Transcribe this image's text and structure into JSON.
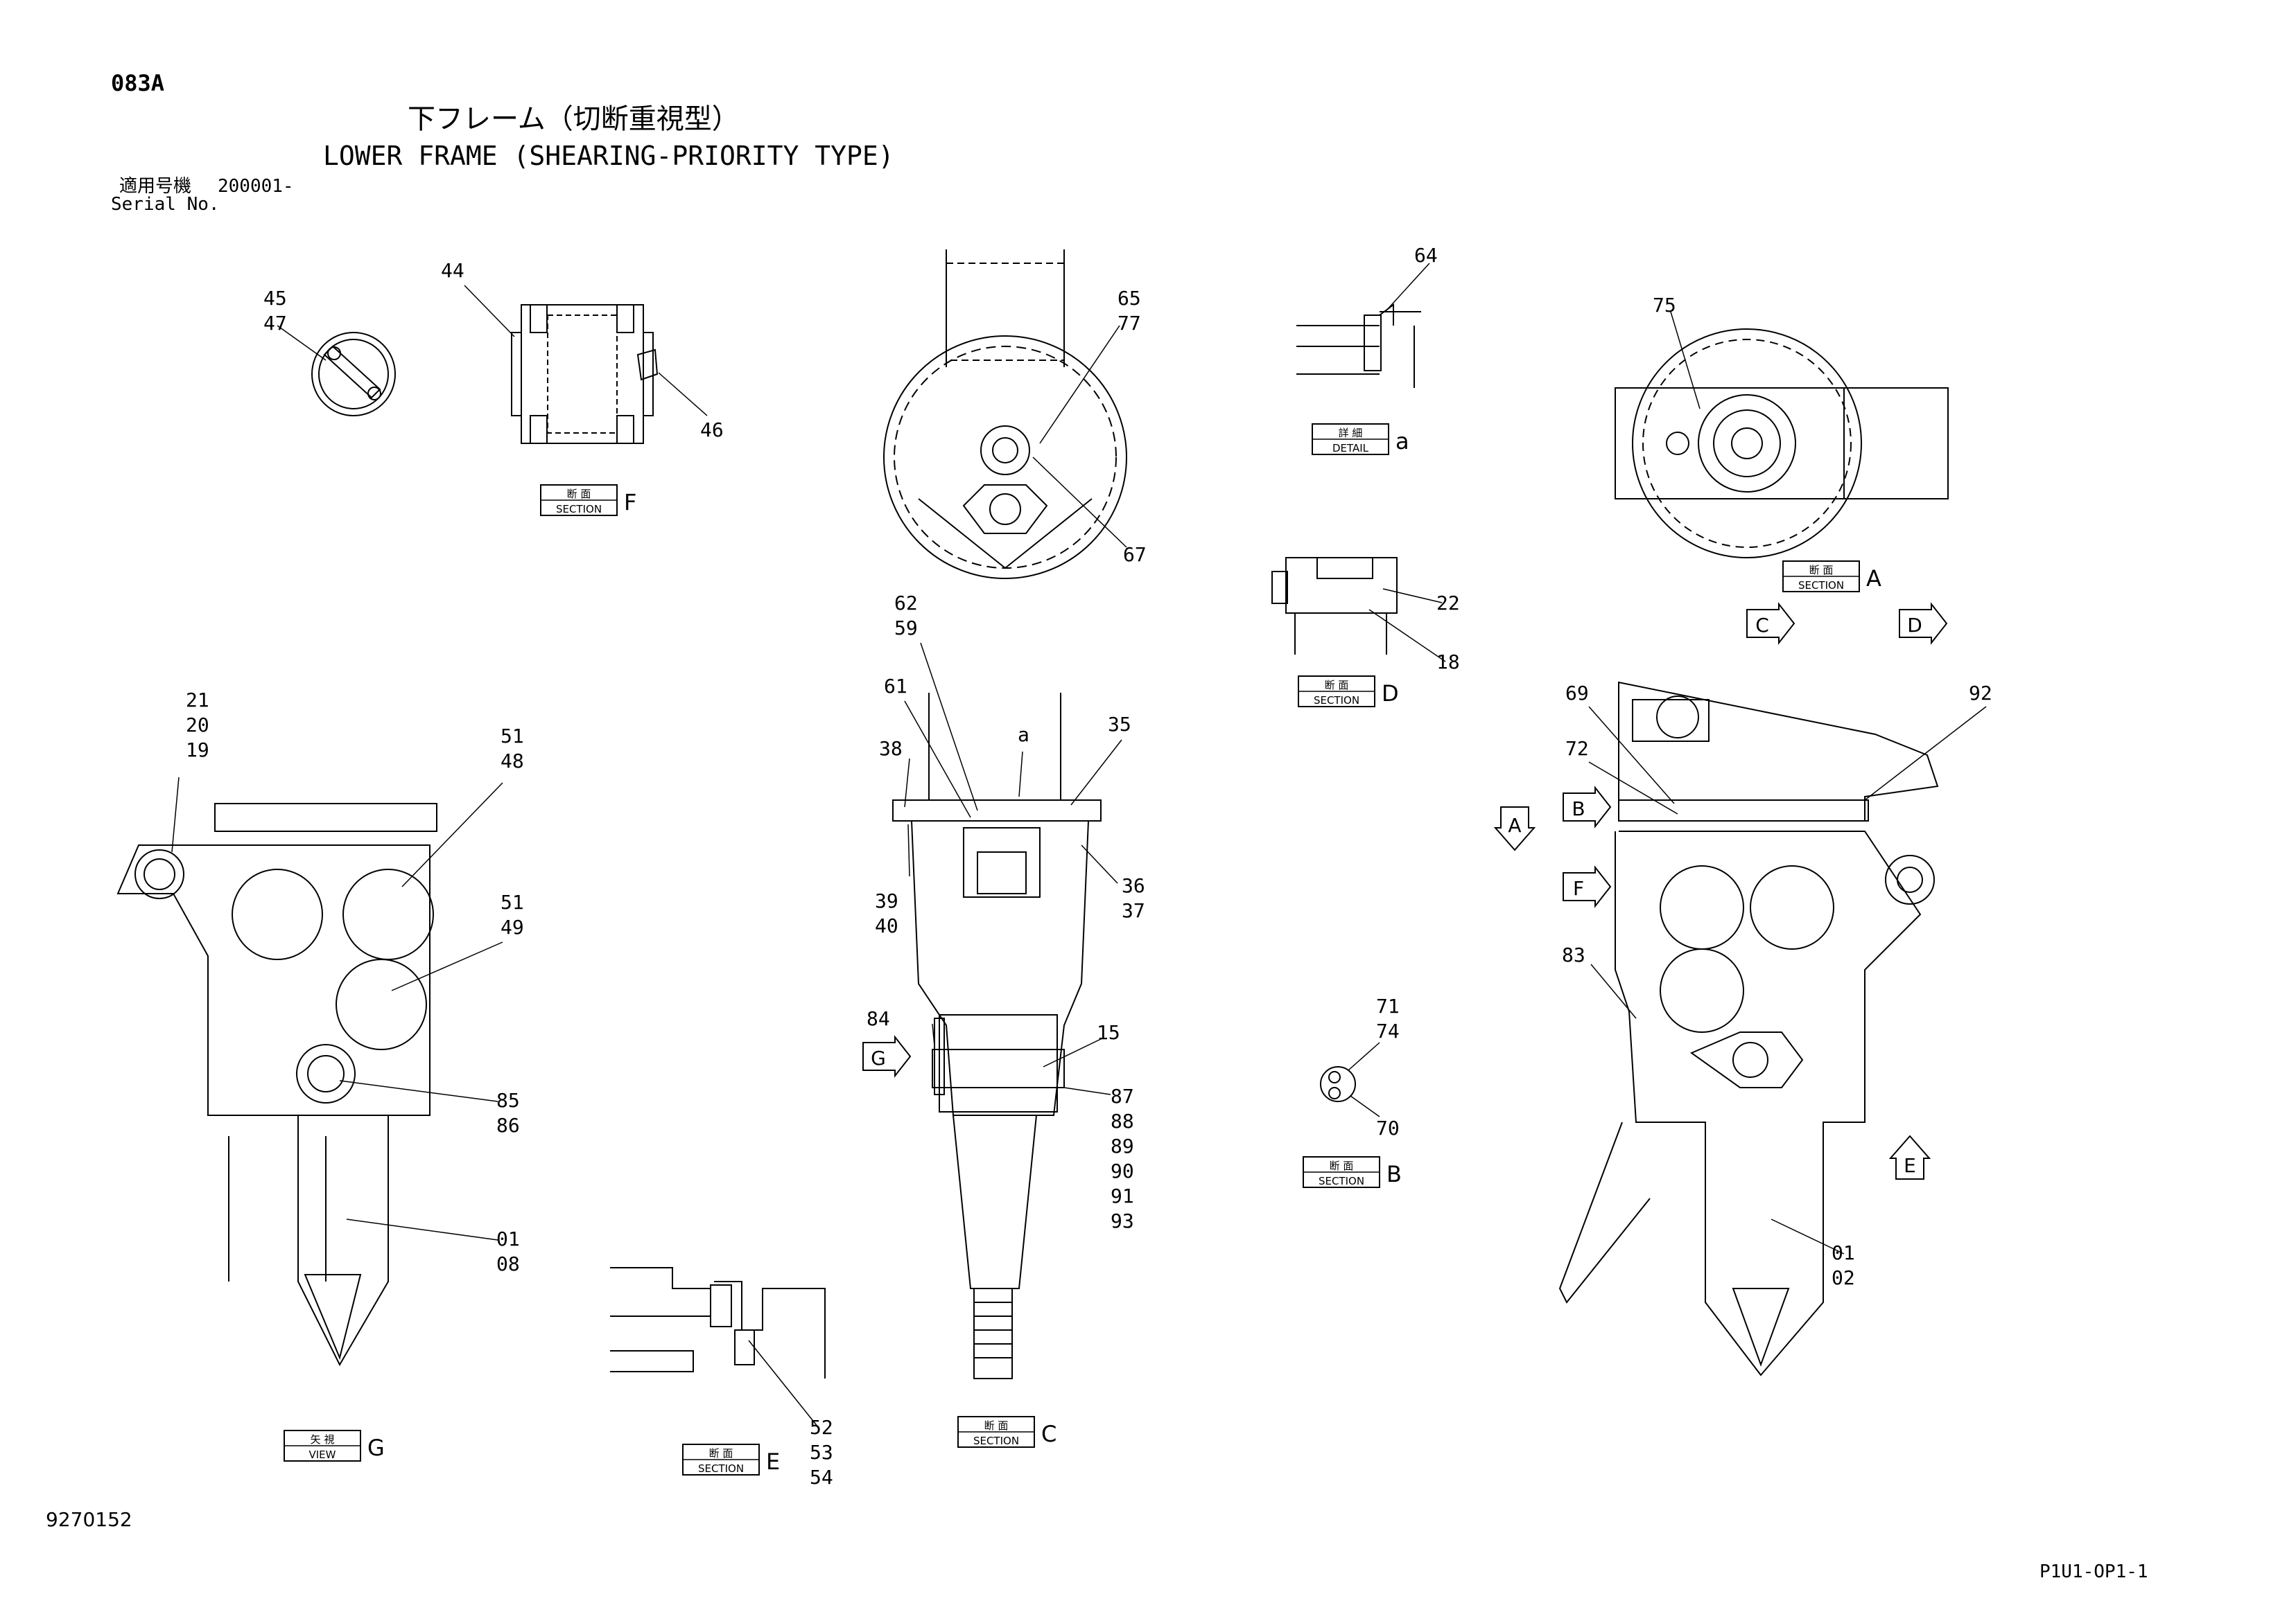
{
  "header": {
    "page_id": "083A",
    "title_ja": "下フレーム（切断重視型）",
    "title_en": "LOWER FRAME (SHEARING-PRIORITY TYPE)",
    "serial_ja": "適用号機",
    "serial_value": "200001-",
    "serial_en": "Serial No."
  },
  "footer": {
    "doc_no": "9270152",
    "sheet_no": "P1U1-OP1-1"
  },
  "view_labels": [
    {
      "ja": "断 面",
      "en": "SECTION",
      "letter": "F"
    },
    {
      "ja": "詳 細",
      "en": "DETAIL",
      "letter": "a"
    },
    {
      "ja": "断 面",
      "en": "SECTION",
      "letter": "A"
    },
    {
      "ja": "断 面",
      "en": "SECTION",
      "letter": "D"
    },
    {
      "ja": "断 面",
      "en": "SECTION",
      "letter": "B"
    },
    {
      "ja": "矢 視",
      "en": "VIEW",
      "letter": "G"
    },
    {
      "ja": "断 面",
      "en": "SECTION",
      "letter": "E"
    },
    {
      "ja": "断 面",
      "en": "SECTION",
      "letter": "C"
    }
  ],
  "view_arrows": [
    "C",
    "D",
    "B",
    "A",
    "F",
    "G",
    "E"
  ],
  "callouts": [
    {
      "lines": [
        "45",
        "47"
      ]
    },
    {
      "lines": [
        "44"
      ]
    },
    {
      "lines": [
        "46"
      ]
    },
    {
      "lines": [
        "65",
        "77"
      ]
    },
    {
      "lines": [
        "67"
      ]
    },
    {
      "lines": [
        "64"
      ]
    },
    {
      "lines": [
        "75"
      ]
    },
    {
      "lines": [
        "22"
      ]
    },
    {
      "lines": [
        "18"
      ]
    },
    {
      "lines": [
        "62",
        "59"
      ]
    },
    {
      "lines": [
        "61"
      ]
    },
    {
      "lines": [
        "a"
      ]
    },
    {
      "lines": [
        "35"
      ]
    },
    {
      "lines": [
        "38"
      ]
    },
    {
      "lines": [
        "36",
        "37"
      ]
    },
    {
      "lines": [
        "39",
        "40"
      ]
    },
    {
      "lines": [
        "21",
        "20",
        "19"
      ]
    },
    {
      "lines": [
        "51",
        "48"
      ]
    },
    {
      "lines": [
        "51",
        "49"
      ]
    },
    {
      "lines": [
        "85",
        "86"
      ]
    },
    {
      "lines": [
        "01",
        "08"
      ]
    },
    {
      "lines": [
        "84"
      ]
    },
    {
      "lines": [
        "15"
      ]
    },
    {
      "lines": [
        "87",
        "88",
        "89",
        "90",
        "91",
        "93"
      ]
    },
    {
      "lines": [
        "71",
        "74"
      ]
    },
    {
      "lines": [
        "70"
      ]
    },
    {
      "lines": [
        "69"
      ]
    },
    {
      "lines": [
        "72"
      ]
    },
    {
      "lines": [
        "92"
      ]
    },
    {
      "lines": [
        "83"
      ]
    },
    {
      "lines": [
        "01",
        "02"
      ]
    },
    {
      "lines": [
        "52",
        "53",
        "54"
      ]
    }
  ]
}
